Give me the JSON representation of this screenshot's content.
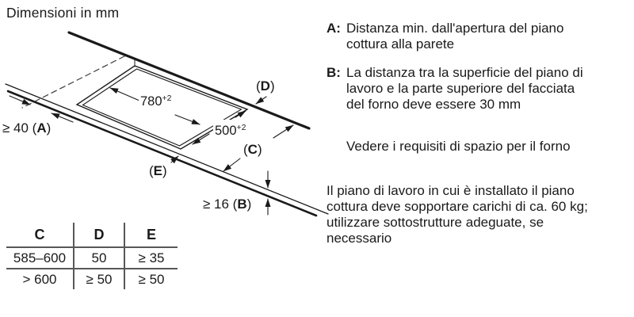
{
  "title": "Dimensioni in mm",
  "diagram": {
    "dim_length": {
      "value": "780",
      "tol": "+2"
    },
    "dim_width": {
      "value": "500",
      "tol": "+2"
    },
    "callout_a": {
      "pre": "≥ 40 (",
      "letter": "A",
      "post": ")"
    },
    "callout_b": {
      "pre": "≥ 16 (",
      "letter": "B",
      "post": ")"
    },
    "callout_c": {
      "pre": "(",
      "letter": "C",
      "post": ")"
    },
    "callout_d": {
      "pre": "(",
      "letter": "D",
      "post": ")"
    },
    "callout_e": {
      "pre": "(",
      "letter": "E",
      "post": ")"
    }
  },
  "notes": [
    {
      "label": "A:",
      "lines": [
        "Distanza min. dall'apertura del piano",
        "cottura alla parete"
      ]
    },
    {
      "label": "B:",
      "lines": [
        "La distanza tra la superficie del piano di",
        "lavoro e la parte superiore del facciata",
        "del forno deve essere 30 mm"
      ]
    },
    {
      "label": "",
      "lines": [
        "Vedere i requisiti di spazio per il forno"
      ]
    },
    {
      "label": "",
      "lines": [
        "Il piano di lavoro in cui è installato il piano",
        "cottura deve sopportare carichi di ca. 60 kg;",
        "utilizzare sottostrutture adeguate, se",
        "necessario"
      ]
    }
  ],
  "table": {
    "headers": [
      "C",
      "D",
      "E"
    ],
    "rows": [
      [
        "585–600",
        "50",
        "≥ 35"
      ],
      [
        "> 600",
        "≥ 50",
        "≥ 50"
      ]
    ]
  }
}
